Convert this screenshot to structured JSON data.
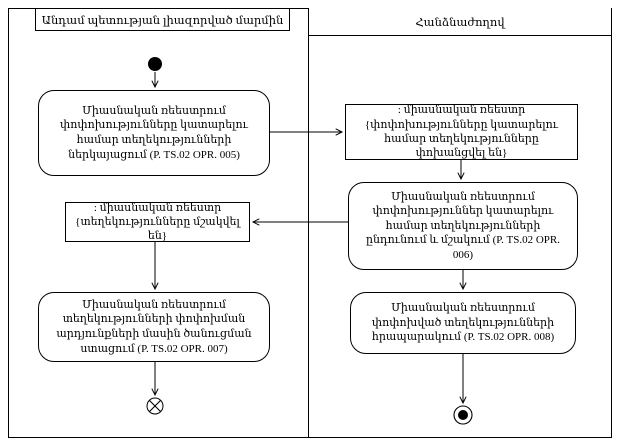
{
  "lanes": {
    "left": {
      "title": "Անդամ պետության լիազորված մարմին"
    },
    "right": {
      "title": "Հանձնաժողով"
    }
  },
  "nodes": {
    "activity_005": {
      "label": "Միասնական ռեեստրում փոփոխությունները կատարելու համար տեղեկությունների ներկայացում (P. TS.02 OPR. 005)"
    },
    "object_transferred": {
      "name": ": միասնական ռեեստր",
      "state": "{փոփոխությունները կատարելու համար տեղեկությունները փոխանցվել են}"
    },
    "activity_006": {
      "label": "Միասնական ռեեստրում փոփոխություններ կատարելու համար տեղեկությունների ընդունում և մշակում (P. TS.02 OPR. 006)"
    },
    "object_processed": {
      "name": ": միասնական ռեեստր",
      "state": "{տեղեկությունները մշակվել են}"
    },
    "activity_007": {
      "label": "Միասնական ռեեստրում տեղեկությունների փոփոխման արդյունքների մասին ծանուցման ստացում (P. TS.02 OPR. 007)"
    },
    "activity_008": {
      "label": "Միասնական ռեեստրում փոփոխված տեղեկությունների հրապարակում (P. TS.02 OPR. 008)"
    }
  },
  "colors": {
    "line": "#000000",
    "background": "#ffffff"
  }
}
